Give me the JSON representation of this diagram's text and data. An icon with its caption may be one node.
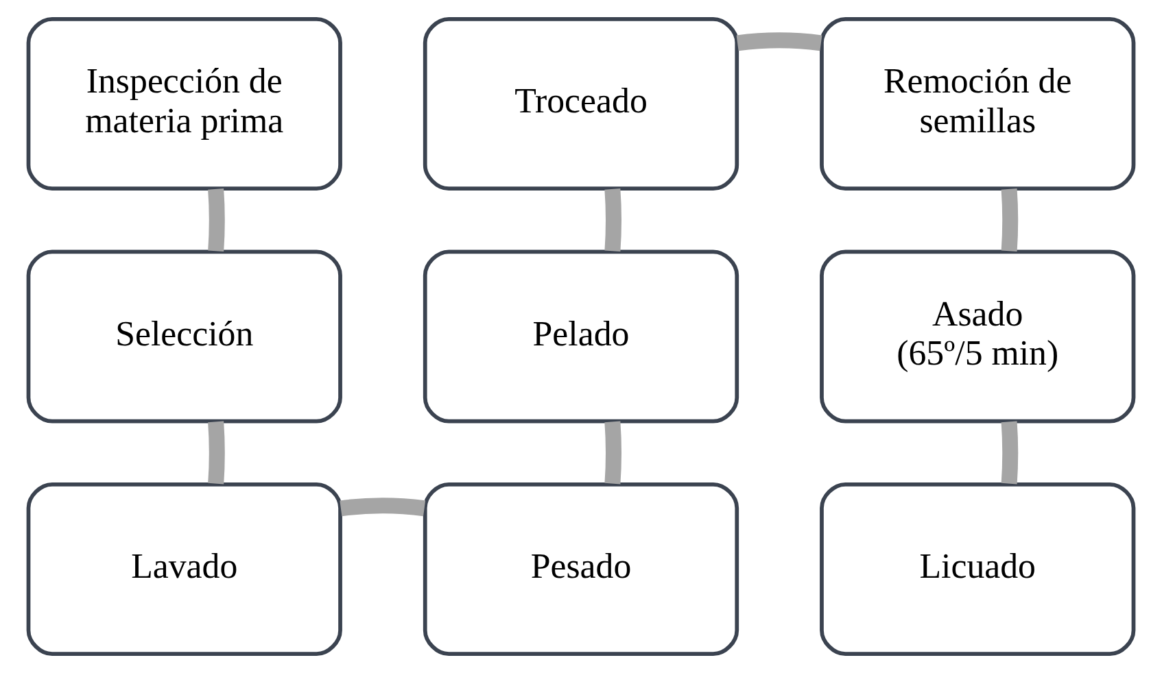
{
  "diagram": {
    "nodes": [
      {
        "text": [
          "Inspección de materia prima"
        ]
      },
      {
        "text": [
          "Selección"
        ]
      },
      {
        "text": [
          "Lavado"
        ]
      },
      {
        "text": [
          "Pesado"
        ]
      },
      {
        "text": [
          "Pelado"
        ]
      },
      {
        "text": [
          "Troceado"
        ]
      },
      {
        "text": [
          "Remoción de semillas"
        ]
      },
      {
        "text": [
          "Asado (65º/5 min)"
        ]
      },
      {
        "text": [
          "Licuado"
        ]
      }
    ],
    "edges": [
      {
        "from": 0,
        "to": 1,
        "arrow": "none"
      },
      {
        "from": 1,
        "to": 2,
        "arrow": "none"
      },
      {
        "from": 2,
        "to": 3,
        "arrow": "none"
      },
      {
        "from": 3,
        "to": 4,
        "arrow": "none"
      },
      {
        "from": 4,
        "to": 5,
        "arrow": "none"
      },
      {
        "from": 5,
        "to": 6,
        "arrow": "none"
      },
      {
        "from": 6,
        "to": 7,
        "arrow": "none"
      },
      {
        "from": 7,
        "to": 8,
        "arrow": "none"
      }
    ]
  }
}
